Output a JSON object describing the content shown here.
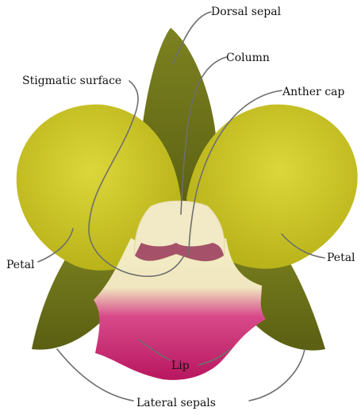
{
  "labels": {
    "dorsal_sepal": "Dorsal sepal",
    "column": "Column",
    "stigmatic_surface": "Stigmatic surface",
    "anther_cap": "Anther cap",
    "petal_left": "Petal",
    "petal_right": "Petal",
    "lip": "Lip",
    "lateral_sepals": "Lateral sepals"
  },
  "colors": {
    "sepal": "#6f7418",
    "sepal_dark": "#545a10",
    "petal": "#c9c21a",
    "petal_light": "#dcd73a",
    "column": "#f4ecc8",
    "lip_throat": "#f1ecc0",
    "lip": "#c8196a",
    "lip_dark": "#a8145a",
    "leader": "#6e6e6e"
  }
}
